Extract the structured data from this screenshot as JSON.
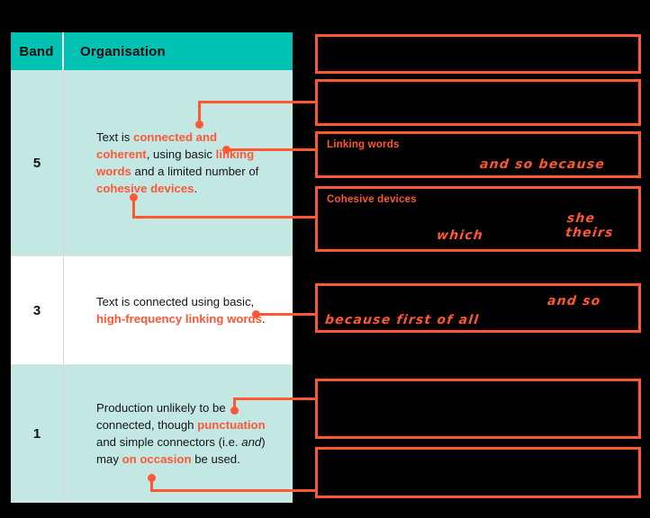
{
  "table": {
    "headers": [
      "Band",
      "Organisation"
    ],
    "rows": [
      {
        "band": "5",
        "segments": [
          {
            "t": "Text is ",
            "s": "plain"
          },
          {
            "t": "connected and coherent",
            "s": "hl"
          },
          {
            "t": ", using basic ",
            "s": "plain"
          },
          {
            "t": "linking words",
            "s": "hl"
          },
          {
            "t": " and a limited number of ",
            "s": "plain"
          },
          {
            "t": "cohesive devices",
            "s": "hl"
          },
          {
            "t": ".",
            "s": "plain"
          }
        ]
      },
      {
        "band": "3",
        "segments": [
          {
            "t": "Text is connected using basic, ",
            "s": "plain"
          },
          {
            "t": "high-frequency linking words",
            "s": "hl"
          },
          {
            "t": ".",
            "s": "plain"
          }
        ]
      },
      {
        "band": "1",
        "segments": [
          {
            "t": "Production unlikely to be connected, though ",
            "s": "plain"
          },
          {
            "t": "punctuation",
            "s": "hl"
          },
          {
            "t": " and simple connectors (i.e. ",
            "s": "plain"
          },
          {
            "t": "and",
            "s": "ital"
          },
          {
            "t": ") may ",
            "s": "plain"
          },
          {
            "t": "on occasion",
            "s": "hl"
          },
          {
            "t": " be used.",
            "s": "plain"
          }
        ]
      }
    ]
  },
  "callouts": [
    {
      "id": "box-1",
      "label": "",
      "examples": []
    },
    {
      "id": "box-2",
      "label": "",
      "examples": []
    },
    {
      "id": "box-linking-words",
      "label": "Linking words",
      "examples": [
        "and so because"
      ]
    },
    {
      "id": "box-cohesive-devices",
      "label": "Cohesive devices",
      "examples": [
        "she theirs",
        "which"
      ]
    },
    {
      "id": "box-high-frequency",
      "label": "",
      "examples": [
        "and so",
        "because first of all"
      ]
    },
    {
      "id": "box-5",
      "label": "",
      "examples": []
    },
    {
      "id": "box-6",
      "label": "",
      "examples": []
    }
  ],
  "colors": {
    "accent_orange": "#FF5733",
    "header_teal": "#00C2B2",
    "row_mint": "#C3E8E4",
    "row_white": "#FFFFFF",
    "background": "#000000"
  }
}
